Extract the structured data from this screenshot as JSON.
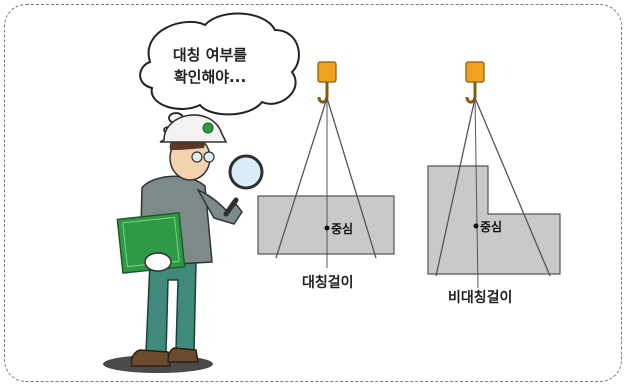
{
  "bubble": {
    "line1": "대칭 여부를",
    "line2": "확인해야..."
  },
  "symmetric": {
    "center_label": "중심",
    "caption": "대칭걸이"
  },
  "asymmetric": {
    "center_label": "중심",
    "caption": "비대칭걸이"
  },
  "colors": {
    "hook": "#f0a21e",
    "load": "#c9c9c9",
    "clipboard": "#2f9a45",
    "uniform": "#7e8a8a",
    "pants": "#3f8a7a",
    "helmet": "#f2f2f2"
  },
  "icons": [
    "crane-hook-icon",
    "magnifying-glass-icon",
    "helmet-icon",
    "clipboard-icon"
  ]
}
